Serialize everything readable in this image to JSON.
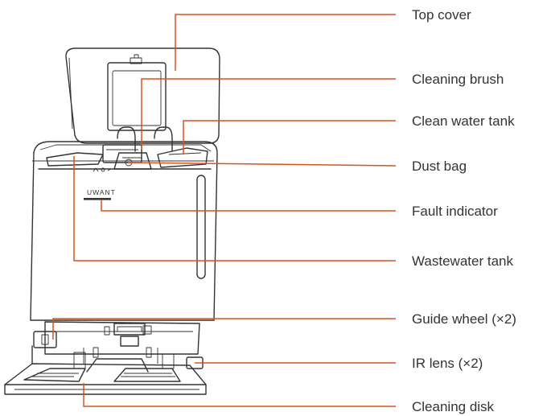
{
  "callouts": [
    {
      "id": "top-cover",
      "label": "Top cover"
    },
    {
      "id": "cleaning-brush",
      "label": "Cleaning brush"
    },
    {
      "id": "clean-water-tank",
      "label": "Clean water tank"
    },
    {
      "id": "dust-bag",
      "label": "Dust bag"
    },
    {
      "id": "fault-indicator",
      "label": "Fault indicator"
    },
    {
      "id": "wastewater-tank",
      "label": "Wastewater tank"
    },
    {
      "id": "guide-wheel",
      "label": "Guide wheel (×2)"
    },
    {
      "id": "ir-lens",
      "label": "IR lens (×2)"
    },
    {
      "id": "cleaning-disk",
      "label": "Cleaning disk"
    }
  ],
  "device": {
    "brand": "UWANT"
  },
  "colors": {
    "leader": "#d9531e",
    "outline": "#333333",
    "text": "#333333"
  }
}
